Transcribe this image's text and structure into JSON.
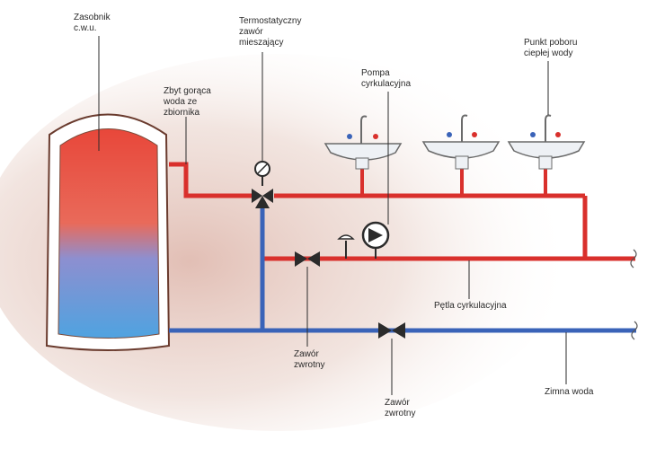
{
  "labels": {
    "tank": [
      "Zasobnik",
      "c.w.u."
    ],
    "hot_outlet": [
      "Zbyt gorąca",
      "woda ze",
      "zbiornika"
    ],
    "mixing_valve": [
      "Termostatyczny",
      "zawór",
      "mieszający"
    ],
    "pump": [
      "Pompa",
      "cyrkulacyjna"
    ],
    "tap_point": [
      "Punkt poboru",
      "ciepłej wody"
    ],
    "circulation_loop": "Pętla cyrkulacyjna",
    "check_valve_1": [
      "Zawór",
      "zwrotny"
    ],
    "check_valve_2": [
      "Zawór",
      "zwrotny"
    ],
    "cold_water": "Zimna woda"
  },
  "colors": {
    "hot_pipe": "#d9302c",
    "cold_pipe": "#3a63b8",
    "tank_hot": "#e8473a",
    "tank_cold": "#4fa3e0",
    "valve": "#2b2b2b",
    "background_wash": "#e9c9c0"
  }
}
